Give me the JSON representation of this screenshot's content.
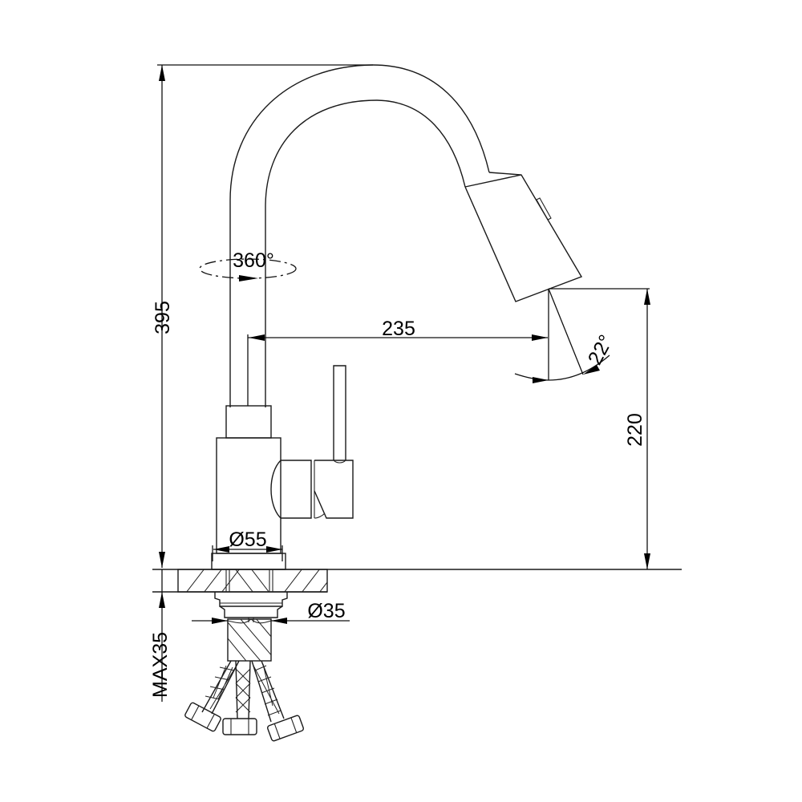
{
  "drawing": {
    "subject": "Pull-down kitchen faucet technical drawing",
    "stroke_color": "#1a1a1a",
    "background": "#ffffff"
  },
  "dimensions": {
    "total_height": "395",
    "reach": "235",
    "spout_height": "220",
    "rotation": "360°",
    "tilt_angle": "22°",
    "base_diameter": "Ø55",
    "shank_diameter": "Ø35",
    "max_countertop": "MAX35"
  }
}
